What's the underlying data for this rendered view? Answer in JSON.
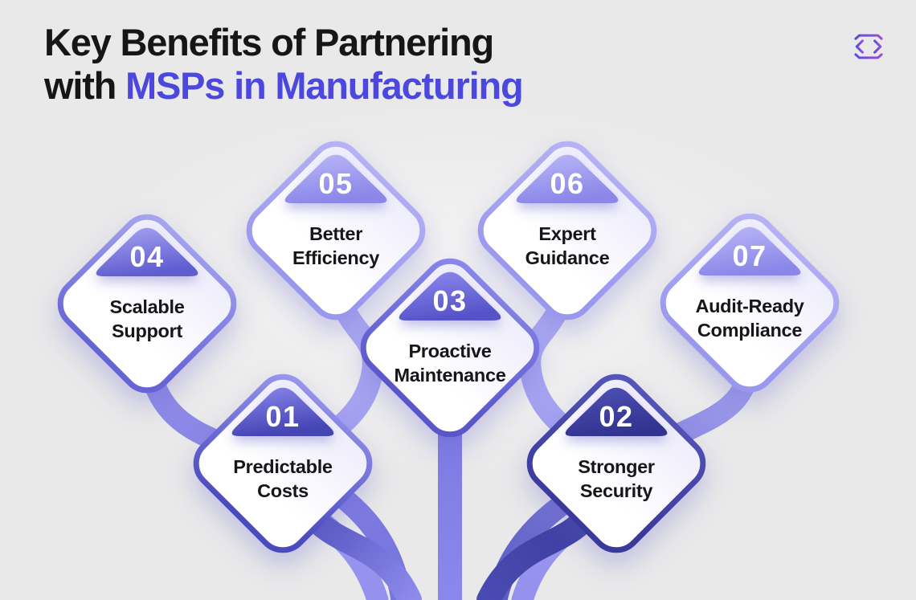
{
  "title": {
    "line1": "Key Benefits of Partnering",
    "line2_prefix": "with",
    "line2_accent": "MSPs in Manufacturing"
  },
  "colors": {
    "background": "#e9e9ea",
    "title_text": "#161616",
    "title_accent": "#4c48de",
    "label_text": "#15151a",
    "number_text": "#ffffff",
    "logo_gradient_start": "#564fd6",
    "logo_gradient_end": "#9b4ed8",
    "card_fill_top": "#eeedfb",
    "card_fill_bottom": "#ffffff"
  },
  "benefits": [
    {
      "number": "01",
      "label": "Predictable Costs",
      "line1": "Predictable",
      "line2": "Costs",
      "colors": {
        "border_a": "#9b98ef",
        "border_b": "#4b4bc0",
        "badge_a": "#8a88ec",
        "badge_b": "#4544b4",
        "stem_a": "#4d4dbb",
        "stem_b": "#8d8bec"
      }
    },
    {
      "number": "02",
      "label": "Stronger Security",
      "line1": "Stronger",
      "line2": "Security",
      "colors": {
        "border_a": "#5657b8",
        "border_b": "#393a9c",
        "badge_a": "#5051b5",
        "badge_b": "#333391",
        "stem_a": "#393a9b",
        "stem_b": "#4a4bb2"
      }
    },
    {
      "number": "03",
      "label": "Proactive Maintenance",
      "line1": "Proactive",
      "line2": "Maintenance",
      "colors": {
        "border_a": "#8c89ec",
        "border_b": "#5856ca",
        "badge_a": "#8d8aee",
        "badge_b": "#5653c9",
        "stem_a": "#7b79e2",
        "stem_b": "#8a88ec"
      }
    },
    {
      "number": "04",
      "label": "Scalable Support",
      "line1": "Scalable",
      "line2": "Support",
      "colors": {
        "border_a": "#aaa7f2",
        "border_b": "#6764d6",
        "badge_a": "#a8a4f2",
        "badge_b": "#605dd0",
        "stem_a": "#918ee9",
        "stem_b": "#7674de"
      }
    },
    {
      "number": "05",
      "label": "Better Efficiency",
      "line1": "Better",
      "line2": "Efficiency",
      "colors": {
        "border_a": "#b7b3f6",
        "border_b": "#9a97ee",
        "badge_a": "#bcb8f7",
        "badge_b": "#8a87e9",
        "stem_a": "#b0adf3",
        "stem_b": "#9390ee"
      }
    },
    {
      "number": "06",
      "label": "Expert Guidance",
      "line1": "Expert",
      "line2": "Guidance",
      "colors": {
        "border_a": "#b7b3f6",
        "border_b": "#9a97ee",
        "badge_a": "#bcb8f7",
        "badge_b": "#8a87e9",
        "stem_a": "#b0adf3",
        "stem_b": "#9390ee"
      }
    },
    {
      "number": "07",
      "label": "Audit-Ready Compliance",
      "line1": "Audit-Ready",
      "line2": "Compliance",
      "colors": {
        "border_a": "#b7b3f6",
        "border_b": "#9a97ee",
        "badge_a": "#bcb8f7",
        "badge_b": "#8a87e9",
        "stem_a": "#a5a2f1",
        "stem_b": "#5b5cc4"
      }
    }
  ]
}
